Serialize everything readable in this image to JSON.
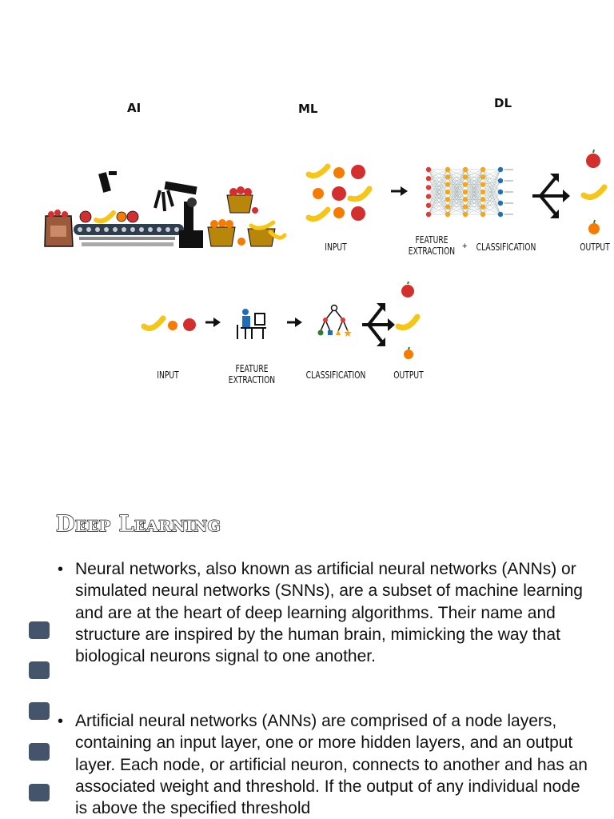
{
  "diagram": {
    "headers": {
      "ai": "AI",
      "ml": "ML",
      "dl": "DL"
    },
    "dl_row": {
      "input": "INPUT",
      "feature_extraction": "FEATURE\nEXTRACTION",
      "plus": "+",
      "classification": "CLASSIFICATION",
      "output": "OUTPUT"
    },
    "ml_row": {
      "input": "INPUT",
      "feature_extraction": "FEATURE\nEXTRACTION",
      "classification": "CLASSIFICATION",
      "output": "OUTPUT"
    },
    "colors": {
      "apple": "#d32f2f",
      "orange": "#f57c00",
      "banana": "#f5c518",
      "node_orange": "#f4a51c",
      "node_red": "#e53935",
      "node_blue": "#1e6fb8"
    }
  },
  "section": {
    "title": "Deep Learning",
    "bullets": [
      "Neural networks, also known as artificial neural networks (ANNs) or simulated neural networks (SNNs), are a subset of machine learning and are at the heart of deep learning algorithms. Their name and structure are inspired by the human brain, mimicking the way that biological neurons signal to one another.",
      "Artificial neural networks (ANNs) are comprised of a node layers, containing an input layer, one or more hidden layers, and an output layer. Each node, or artificial neuron, connects to another and has an associated weight and threshold. If the output of any individual node is above the specified threshold"
    ],
    "bullet_symbol": "•",
    "side_marker_color": "#44546a"
  }
}
